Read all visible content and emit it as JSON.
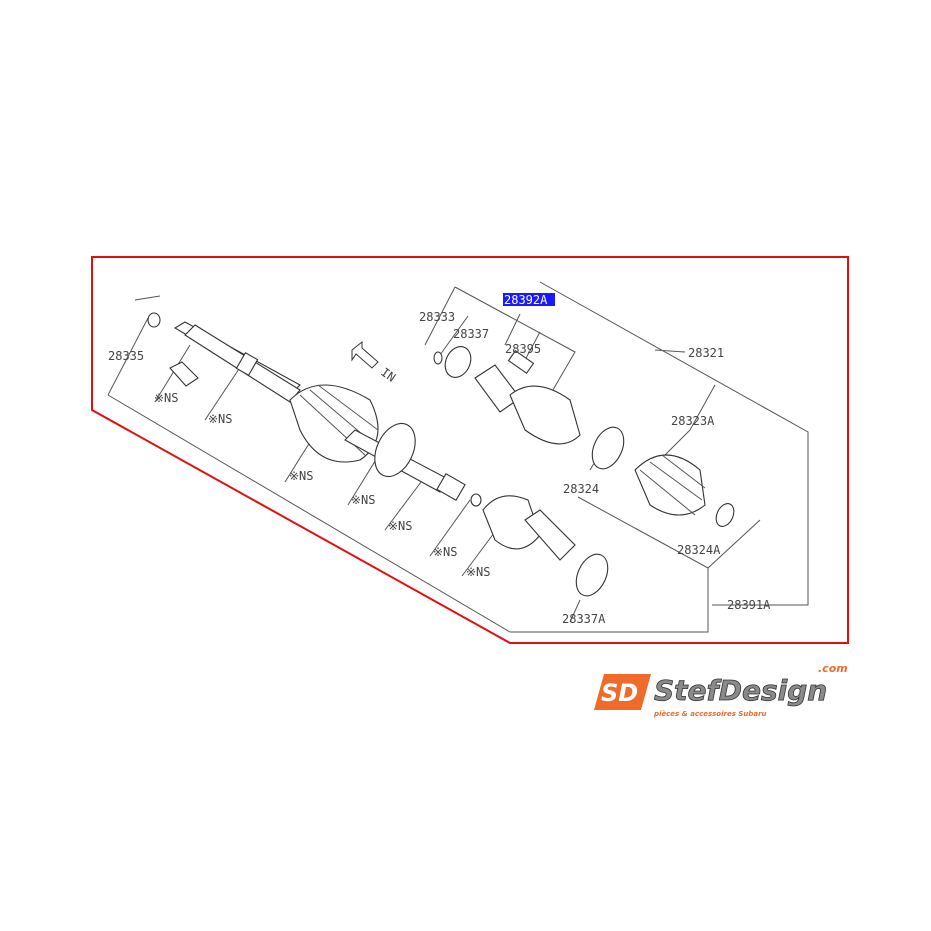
{
  "diagram": {
    "frame_color": "#e01010",
    "highlight_color": "#1a1aff",
    "direction_label": "IN",
    "parts": {
      "p28335": "28335",
      "p28333": "28333",
      "p28392A": "28392A",
      "p28337": "28337",
      "p28395": "28395",
      "p28321": "28321",
      "p28323A": "28323A",
      "p28324": "28324",
      "p28324A": "28324A",
      "p28391A": "28391A",
      "p28337A": "28337A"
    },
    "ns_label": "※NS"
  },
  "logo": {
    "mark": "SD",
    "name": "StefDesign",
    "domain": ".com",
    "tagline": "pièces & accessoires Subaru",
    "accent": "#f06a2a"
  }
}
